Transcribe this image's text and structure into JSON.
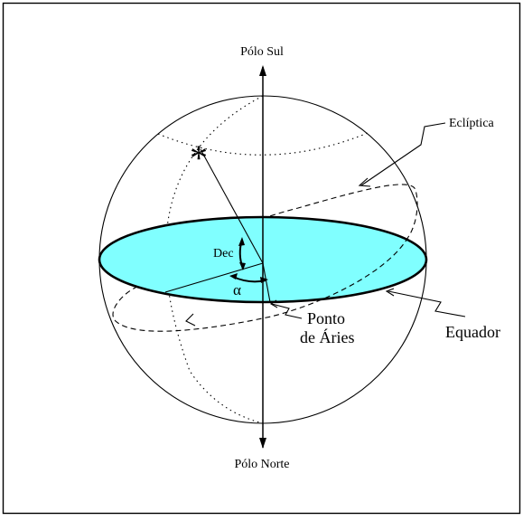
{
  "diagram": {
    "labels": {
      "south_pole": "Pólo Sul",
      "north_pole": "Pólo Norte",
      "ecliptic": "Eclíptica",
      "equator": "Equador",
      "aries_line1": "Ponto",
      "aries_line2": "de Áries",
      "declination": "Dec",
      "right_ascension": "α",
      "star": "*"
    },
    "colors": {
      "equator_fill": "#80ffff",
      "line": "#000000",
      "background": "#ffffff"
    }
  }
}
